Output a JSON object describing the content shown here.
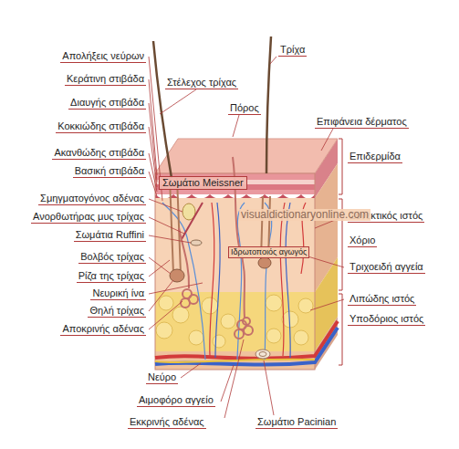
{
  "diagram": {
    "labels": [
      "Απολήξεις νεύρων",
      "Κεράτινη στιβάδα",
      "Διαυγής στιβάδα",
      "Κοκκιώδης στιβάδα",
      "Ακανθώδης στιβάδα",
      "Βασική στιβάδα",
      "Σμηγματογόνος αδένας",
      "Ανορθωτήρας μυς τρίχας",
      "Σωμάτια Ruffini",
      "Βολβός τρίχας",
      "Ρίζα της τρίχας",
      "Νευρική ίνα",
      "Θηλή τρίχας",
      "Αποκρινής αδένας",
      "Στέλεχος τρίχας",
      "Τρίχα",
      "Πόρος",
      "Σωμάτιο Meissner",
      "Ιδρωτοποιός αγωγός",
      "Επιφάνεια δέρματος",
      "Επιδερμίδα",
      "Συνεκτικός ιστός",
      "Χόριο",
      "Τριχοειδή αγγεία",
      "Λιπώδης ιστός",
      "Υποδόριος ιστός",
      "Νεύρο",
      "Αιμοφόρο αγγείο",
      "Εκκρινής αδένας",
      "Σωμάτιο Pacinian",
      "visualdictionaryonline.com"
    ]
  }
}
